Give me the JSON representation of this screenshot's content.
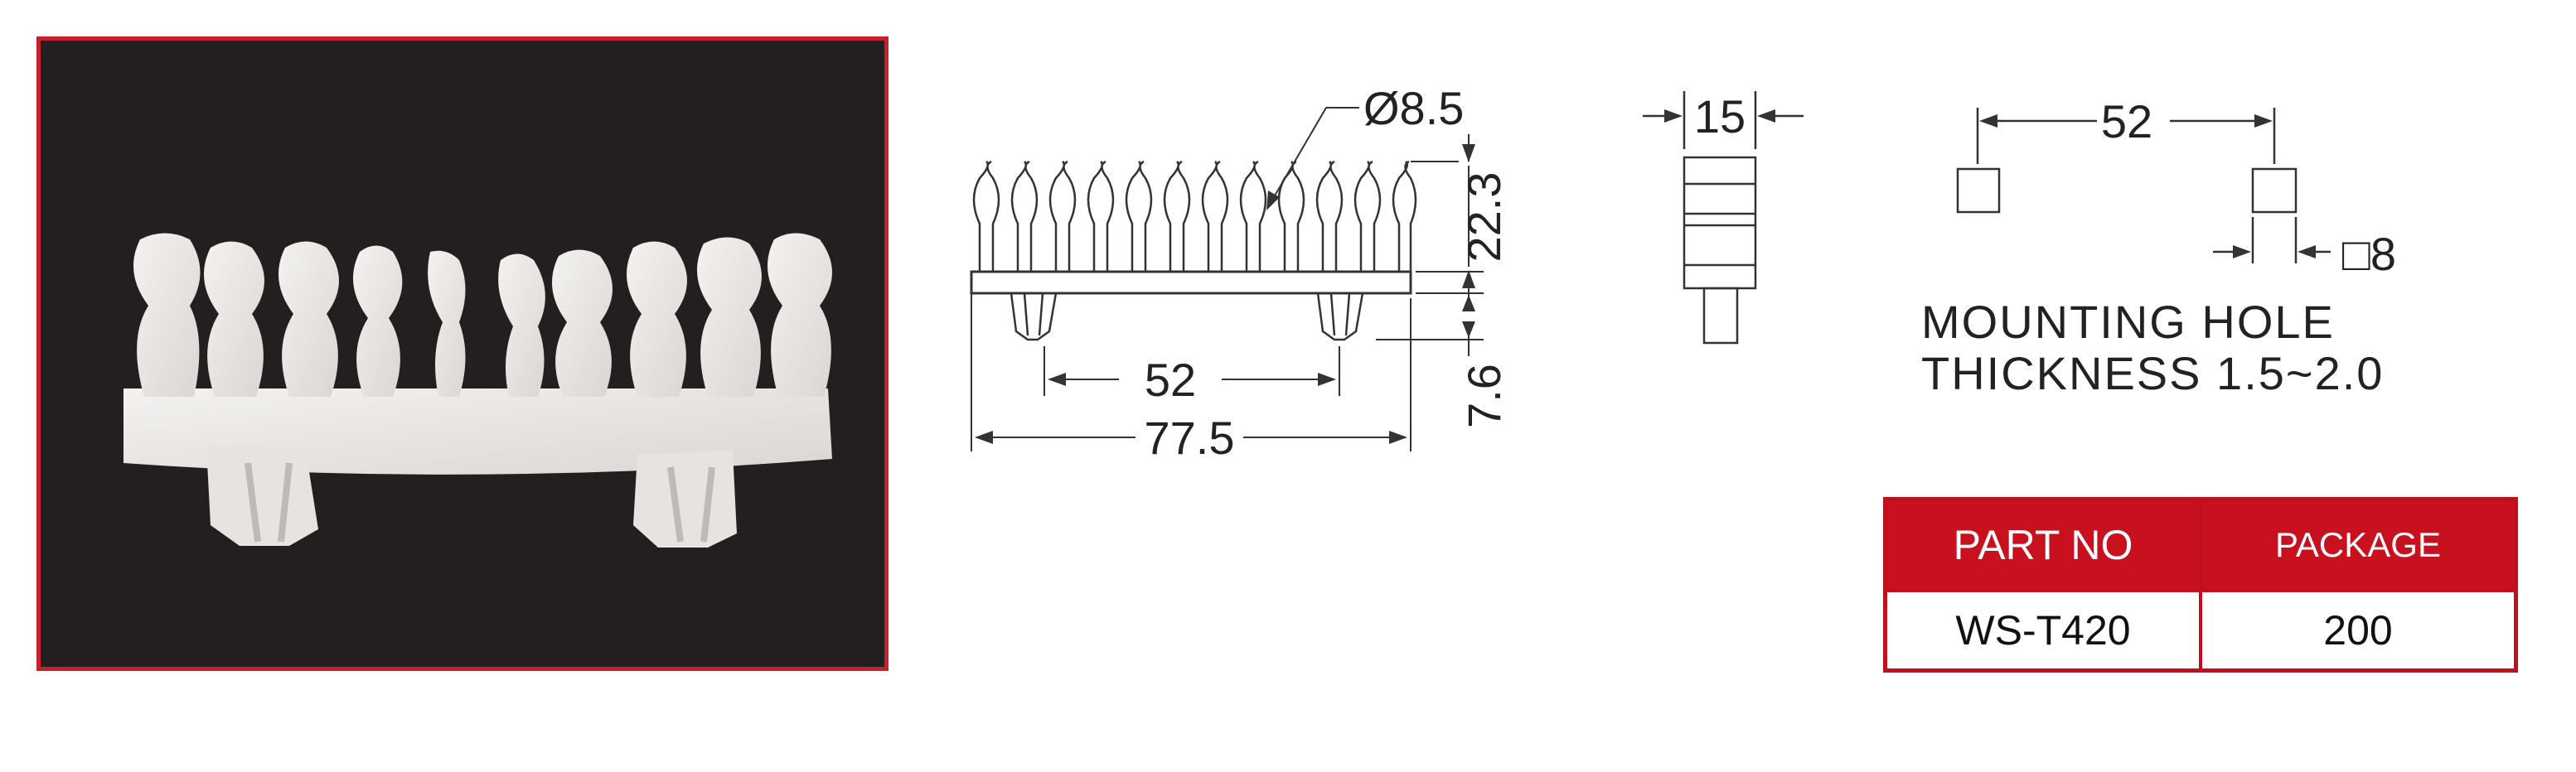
{
  "product_photo": {
    "alt": "white nylon wire saddle clip with wavy fingers and two push-mount legs"
  },
  "front_view": {
    "diameter_label": "Ø8.5",
    "height_label": "22.3",
    "pin_length_label": "7.6",
    "pin_spacing_label": "52",
    "overall_length_label": "77.5"
  },
  "side_view": {
    "width_label": "15"
  },
  "mounting_hole": {
    "spacing_label": "52",
    "hole_size_label": "□8",
    "title": "MOUNTING  HOLE",
    "thickness": "THICKNESS  1.5~2.0"
  },
  "spec_table": {
    "headers": [
      "PART NO",
      "PACKAGE"
    ],
    "part_no": "WS-T420",
    "package": "200"
  },
  "colors": {
    "accent_red": "#c8101e",
    "photo_background": "#231f20",
    "line": "#333333"
  }
}
